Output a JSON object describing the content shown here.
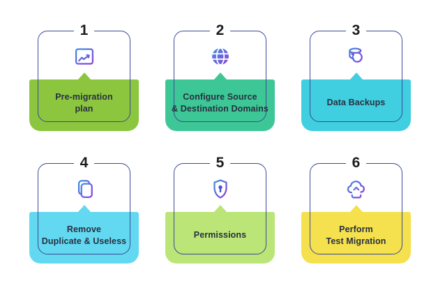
{
  "colors": {
    "background": "#ffffff",
    "outline": "#3a4896",
    "number": "#1c1c1e",
    "label": "#27303f",
    "icon_gradient_start": "#3f8fe3",
    "icon_gradient_end": "#8a41d8",
    "icon_solid": "#4a4fd0"
  },
  "steps": [
    {
      "number": "1",
      "label_lines": [
        "Pre-migration",
        "plan"
      ],
      "icon": "browser-analytics-icon",
      "color": "#8cc63f"
    },
    {
      "number": "2",
      "label_lines": [
        "Configure Source",
        "& Destination Domains"
      ],
      "icon": "globe-icon",
      "color": "#3ec796"
    },
    {
      "number": "3",
      "label_lines": [
        "Data Backups"
      ],
      "icon": "database-restore-icon",
      "color": "#40cfe0"
    },
    {
      "number": "4",
      "label_lines": [
        "Remove",
        "Duplicate & Useless"
      ],
      "icon": "documents-copy-icon",
      "color": "#63d9f1"
    },
    {
      "number": "5",
      "label_lines": [
        "Permissions"
      ],
      "icon": "shield-lock-icon",
      "color": "#bce577"
    },
    {
      "number": "6",
      "label_lines": [
        "Perform",
        "Test Migration"
      ],
      "icon": "cloud-upload-icon",
      "color": "#f5e14e"
    }
  ]
}
